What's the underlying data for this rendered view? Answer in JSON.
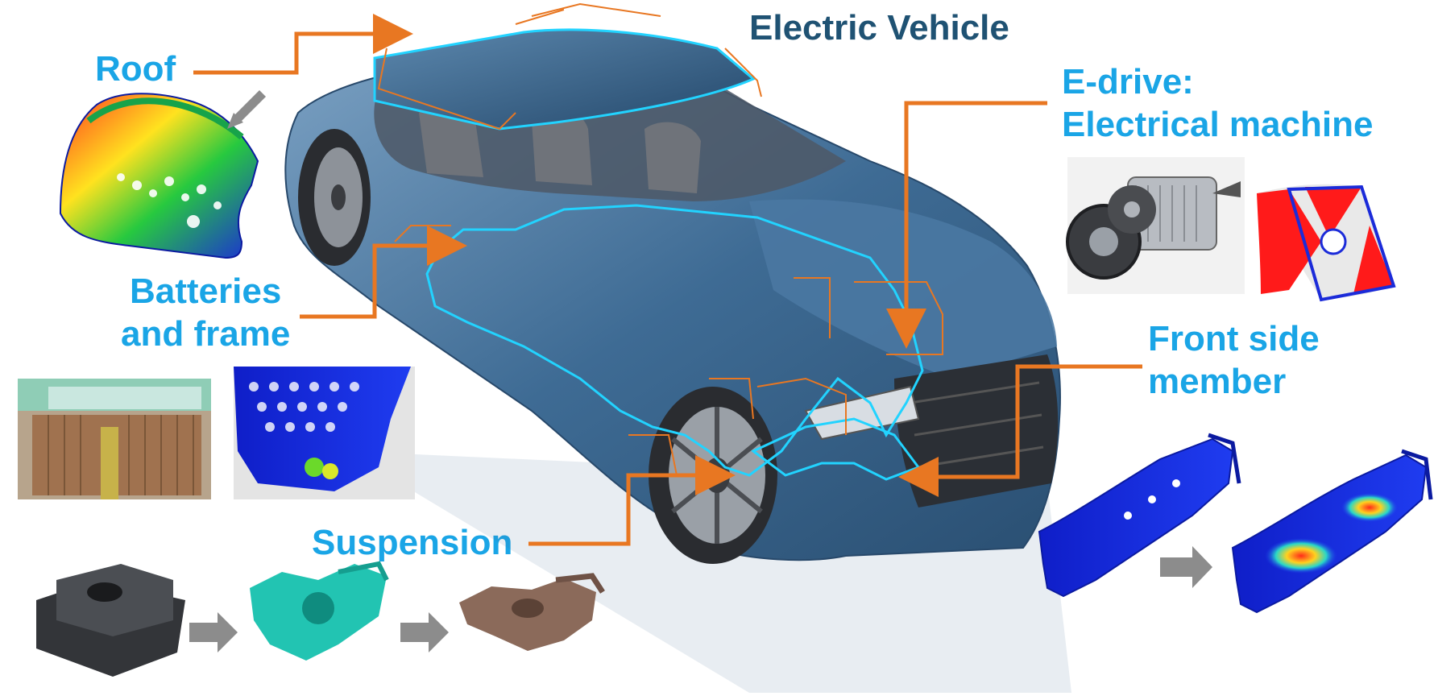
{
  "title": "Electric Vehicle",
  "labels": {
    "roof": "Roof",
    "edrive_line1": "E-drive:",
    "edrive_line2": "Electrical machine",
    "batteries_line1": "Batteries",
    "batteries_line2": "and frame",
    "front_line1": "Front side",
    "front_line2": "member",
    "suspension": "Suspension"
  },
  "colors": {
    "label": "#1aa5e6",
    "title": "#1f5273",
    "arrow": "#e87722",
    "car_body": "#3e6b94",
    "outline": "#22d3ff",
    "gray_arrow": "#8c8c8c"
  }
}
